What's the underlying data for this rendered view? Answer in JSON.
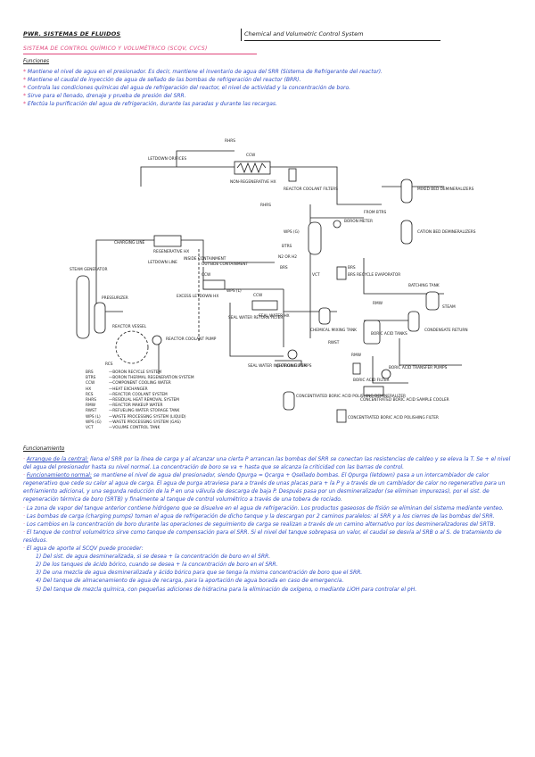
{
  "header": {
    "left": "PWR. SISTEMAS DE FLUIDOS",
    "right": "Chemical and Volumetric Control System"
  },
  "section_title": "SISTEMA DE CONTROL QUÍMICO Y VOLUMÉTRICO (SCQV, CVCS)",
  "funciones": {
    "heading": "Funciones",
    "items": [
      "Mantiene el nivel de agua en el presionador. Es decir, mantiene el inventario de agua del SRR (Sistema de Refrigerante del reactor).",
      "Mantiene el caudal de inyección de agua de sellado de las bombas de refrigeración del reactor (BRR).",
      "Controla las condiciones químicas del agua de refrigeración del reactor, el nivel de actividad y la concentración de boro.",
      "Sirve para el llenado, drenaje y prueba de presión del SRR.",
      "Efectúa la purificación del agua de refrigeración, durante las paradas y durante las recargas."
    ]
  },
  "diagram": {
    "labels": {
      "rhrs_top": "RHRS",
      "letdown_orifices": "LETDOWN ORIFICES",
      "ccw_top": "CCW",
      "non_regen_hx": "NON-REGENERATIVE HX",
      "reactor_coolant_filters": "REACTOR COOLANT FILTERS",
      "mixed_bed": "MIXED BED DEMINERALIZERS",
      "rhrs_mid": "RHRS",
      "from_btrs": "FROM BTRS",
      "boron_meter": "BORON METER",
      "wps": "WPS (G)",
      "cation_bed": "CATION BED DEMINERALIZERS",
      "charging_line": "CHARGING LINE",
      "regenerative_hx": "REGENERATIVE HX",
      "btrs_1": "BTRS",
      "vct": "VCT",
      "letdown_line": "LETDOWN LINE",
      "inside_containment": "INSIDE CONTAINMENT",
      "outside_containment": "OUTSIDE CONTAINMENT",
      "n2_or_h2": "N2 OR H2",
      "brs_1": "BRS",
      "steam_generator": "STEAM GENERATOR",
      "ccw_mid": "CCW",
      "excess_letdown_hx": "EXCESS LETDOWN HX",
      "wps_l": "WPS (L)",
      "ccw_seal": "CCW",
      "brs_2": "BRS",
      "brs_recycle": "BRS RECYCLE EVAPORATOR",
      "batching_tank": "BATCHING TANK",
      "pressurizer": "PRESSURIZER",
      "seal_water_return": "SEAL WATER RETURN FILTER",
      "seal_water_hx": "SEAL WATER HX",
      "rmw_1": "RMW",
      "chemical_mixing": "CHEMICAL MIXING TANK",
      "steam": "STEAM",
      "reactor_vessel": "REACTOR VESSEL",
      "rcp": "REACTOR COOLANT PUMP",
      "boric_acid_tanks": "BORIC ACID TANKS",
      "condensate_return": "CONDENSATE RETURN",
      "rwst": "RWST",
      "rcs": "RCS",
      "seal_water_injection": "SEAL WATER INJECTION FILTER",
      "charging_pumps": "CHARGING PUMPS",
      "rmw_2": "RMW",
      "boric_acid_filter": "BORIC ACID FILTER",
      "boric_acid_transfer": "BORIC ACID TRANSFER PUMPS",
      "conc_boric_sample": "CONCENTRATED BORIC ACID SAMPLE COOLER",
      "conc_boric_polishing": "CONCENTRATED BORIC ACID POLISHING DEMINERALIZER",
      "conc_boric_polishing_filter": "CONCENTRATED BORIC ACID POLISHING FILTER"
    },
    "legend": [
      {
        "abbr": "BRS",
        "text": "—BORON RECYCLE SYSTEM"
      },
      {
        "abbr": "BTRS",
        "text": "—BORON THERMAL REGENERATION SYSTEM"
      },
      {
        "abbr": "CCW",
        "text": "—COMPONENT COOLING WATER"
      },
      {
        "abbr": "HX",
        "text": "—HEAT EXCHANGER"
      },
      {
        "abbr": "RCS",
        "text": "—REACTOR COOLANT SYSTEM"
      },
      {
        "abbr": "RHRS",
        "text": "—RESIDUAL HEAT REMOVAL SYSTEM"
      },
      {
        "abbr": "RMW",
        "text": "—REACTOR MAKEUP WATER"
      },
      {
        "abbr": "RWST",
        "text": "—REFUELING WATER STORAGE TANK"
      },
      {
        "abbr": "WPS (L)",
        "text": "—WASTE PROCESSING SYSTEM (LIQUID)"
      },
      {
        "abbr": "WPS (G)",
        "text": "—WASTE PROCESSING SYSTEM (GAS)"
      },
      {
        "abbr": "VCT",
        "text": "—VOLUME CONTROL TANK"
      }
    ]
  },
  "funcionamiento": {
    "heading": "Funcionamiento",
    "paragraphs": [
      {
        "lead": "Arranque de la central:",
        "text": " llena el SRR por la línea de carga y al alcanzar una cierta P arrancan las bombas del SRR se conectan las resistencias de caldeo y se eleva la T. Se + el nivel del agua del presionador hasta su nivel normal. La concentración de boro se va + hasta que se alcanza la criticidad con las barras de control."
      },
      {
        "lead": "Funcionamiento normal:",
        "text": " se mantiene el nivel de agua del presionador, siendo Qpurga = Qcarga + Qsellado bombas. El Qpurga (letdown) pasa a un intercambiador de calor regenerativo que cede su calor al agua de carga. El agua de purga atraviesa para a través de unas placas para + la P y a través de un cambiador de calor no regenerativo para un enfriamiento adicional, y una segunda reducción de la P en una válvula de descarga de baja P. Después pasa por un desmineralizador (se eliminan impurezas), por el sist. de regeneración térmica de boro (SRTB) y finalmente al tanque de control volumétrico a través de una tobera de rociado."
      },
      {
        "lead": "La zona de vapor del tanque anterior contiene hidrógeno",
        "text": " que se disuelve en el agua de refrigeración. Los productos gaseosos de fisión se eliminan del sistema mediante venteo."
      },
      {
        "lead": "Las bombas de carga (charging pumps)",
        "text": " toman el agua de refrigeración de dicho tanque y la descargan por 2 caminos paralelos: al SRR y a los cierres de las bombas del SRR."
      },
      {
        "lead": "Los cambios en la concentración de boro",
        "text": " durante las operaciones de seguimiento de carga se realizan a través de un camino alternativo por los desmineralizadores del SRTB."
      },
      {
        "lead": "El tanque de control volumétrico",
        "text": " sirve como tanque de compensación para el SRR. Si el nivel del tanque sobrepasa un valor, el caudal se desvía al SRB o al S. de tratamiento de residuos."
      },
      {
        "lead": "El agua de aporte al SCQV",
        "text": " puede proceder:"
      }
    ],
    "list": [
      "1) Del sist. de agua desmineralizada, si se desea + la concentración de boro en el SRR.",
      "2) De los tanques de ácido bórico, cuando se desea + la concentración de boro en el SRR.",
      "3) De una mezcla de agua desmineralizada y ácido bórico para que se tenga la misma concentración de boro que el SRR.",
      "4) Del tanque de almacenamiento de agua de recarga, para la aportación de agua borada en caso de emergencia.",
      "5) Del tanque de mezcla química, con pequeñas adiciones de hidracina para la eliminación de oxígeno, o mediante LiOH para controlar el pH."
    ]
  }
}
